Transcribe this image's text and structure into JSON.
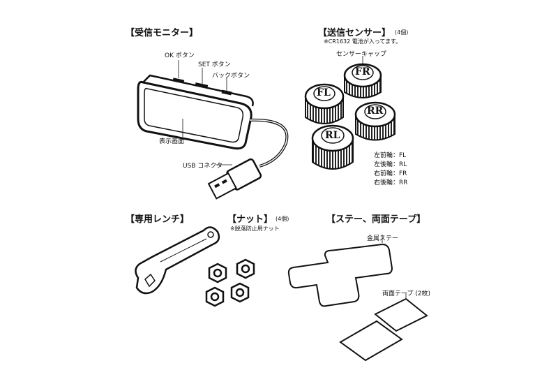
{
  "monitor": {
    "heading": "【受信モニター】",
    "ok_button": "OK ボタン",
    "set_button": "SET ボタン",
    "back_button": "バックボタン",
    "display": "表示画面",
    "usb": "USB コネクタ"
  },
  "sensor": {
    "heading": "【送信センサー】",
    "qty": "(4個)",
    "note": "※CR1632 電池が入ってます。",
    "cap": "センサーキャップ",
    "caps": [
      "FR",
      "FL",
      "RR",
      "RL"
    ],
    "legend": [
      "左前輪：FL",
      "左後輪：RL",
      "右前輪：FR",
      "右後輪：RR"
    ]
  },
  "wrench": {
    "heading": "【専用レンチ】"
  },
  "nut": {
    "heading": "【ナット】",
    "qty": "(4個)",
    "note": "※脱落防止用ナット"
  },
  "stay": {
    "heading": "【ステー、両面テープ】",
    "metal": "金属ステー",
    "tape": "両面テープ (2枚)"
  }
}
